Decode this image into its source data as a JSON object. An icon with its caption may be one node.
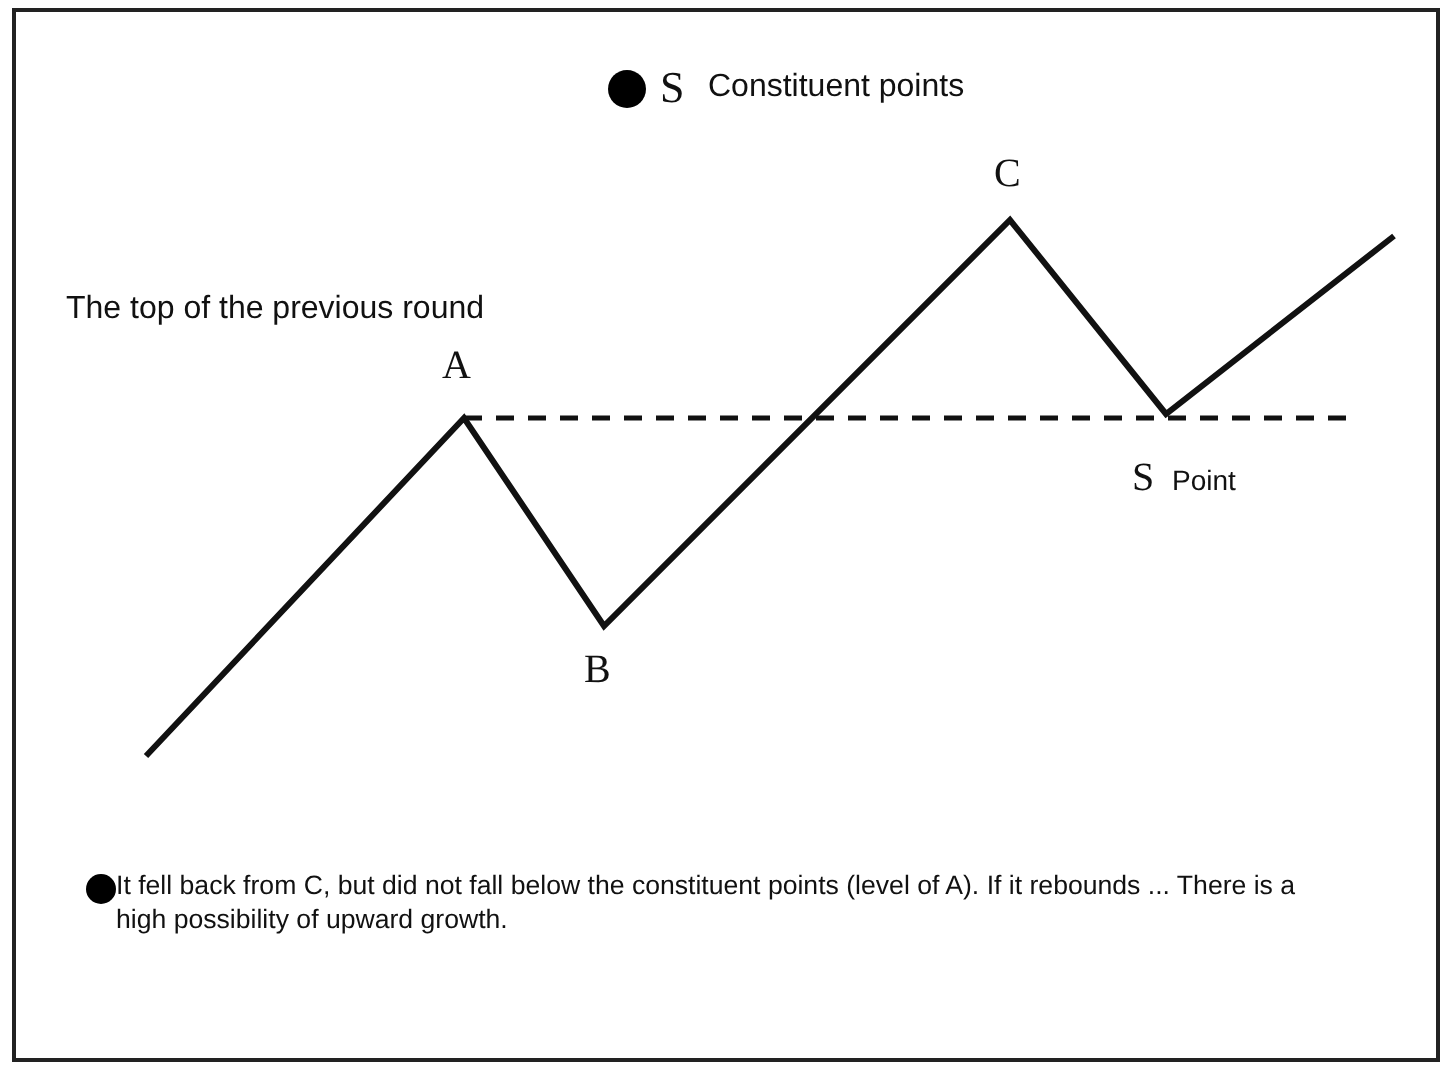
{
  "diagram": {
    "labels": [
      "S",
      "Constituent points",
      "C",
      "The top of the previous round",
      "A",
      "S",
      "Point",
      "B",
      "It fell back from C, but did not fall below the constituent points (level of A). If it rebounds ... There is a high possibility of upward growth."
    ]
  }
}
